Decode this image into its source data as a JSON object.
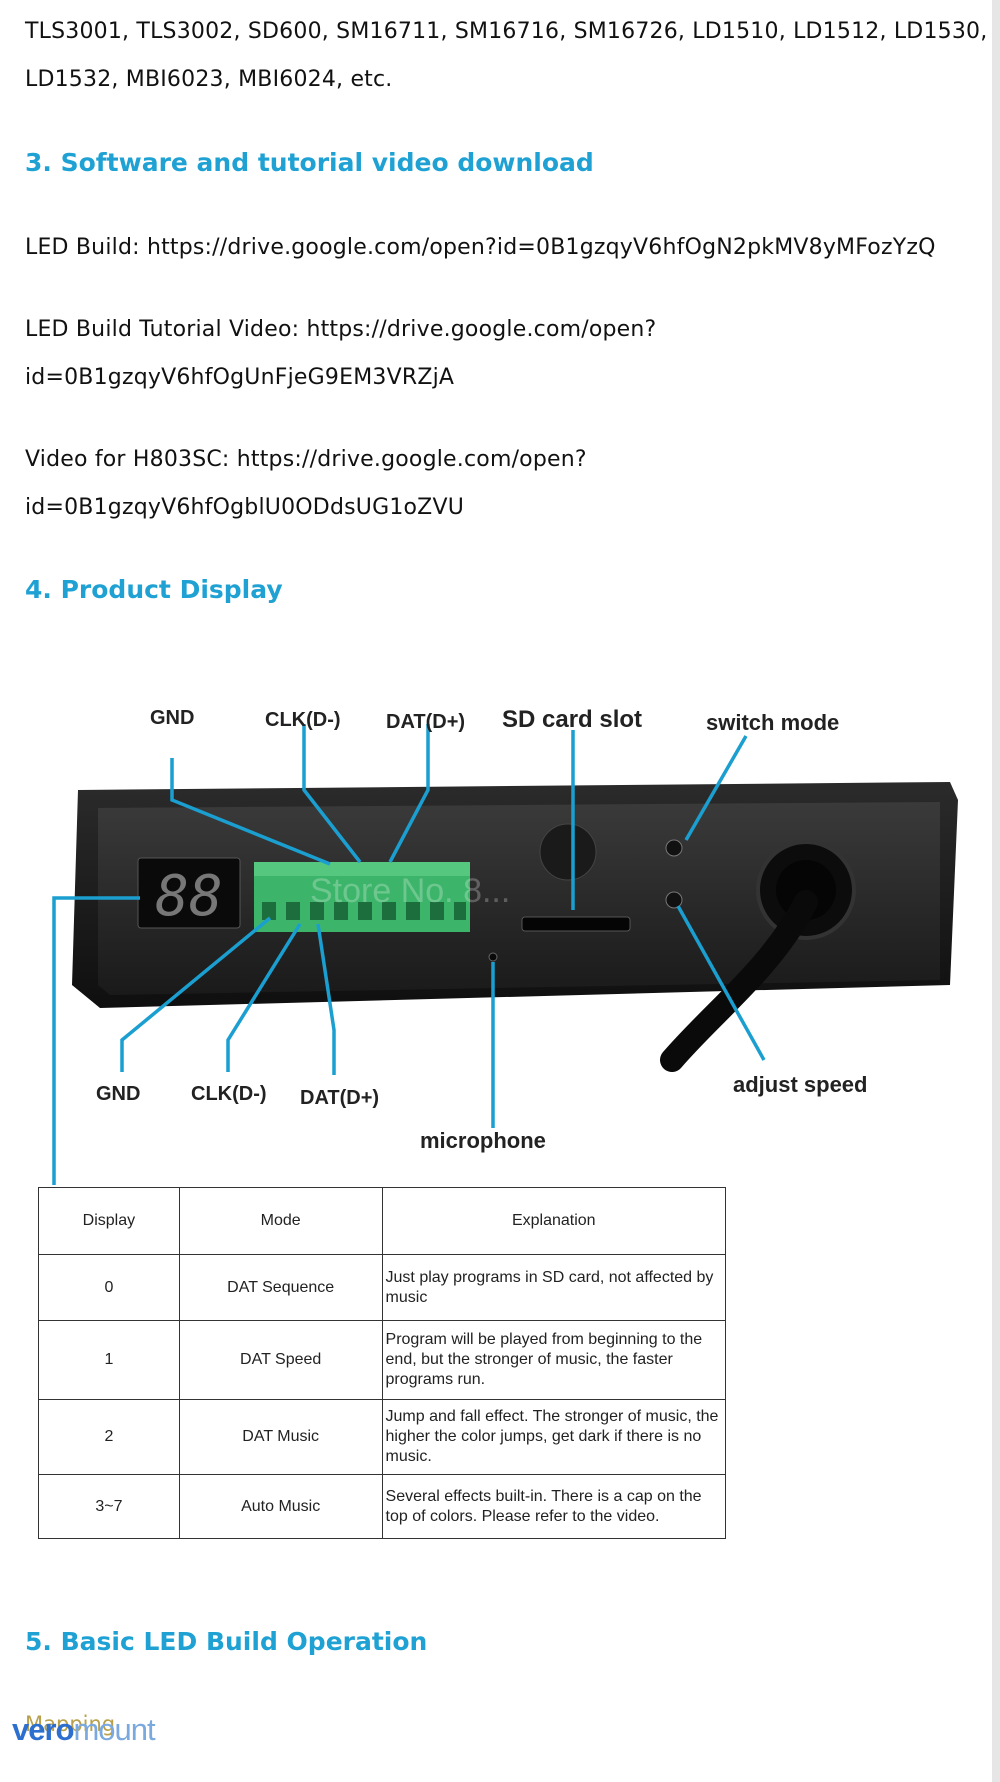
{
  "intro": {
    "line1": "TLS3001, TLS3002, SD600, SM16711, SM16716, SM16726, LD1510, LD1512, LD1530,",
    "line2": "LD1532, MBI6023, MBI6024, etc."
  },
  "section3": {
    "heading": "3. Software and tutorial video download",
    "led_build_label": "LED Build:",
    "led_build_url": "https://drive.google.com/open?id=0B1gzqyV6hfOgN2pkMV8yMFozYzQ",
    "tutorial_label": "LED Build Tutorial Video:",
    "tutorial_url_1": "https://drive.google.com/open?",
    "tutorial_url_2": "id=0B1gzqyV6hfOgUnFjeG9EM3VRZjA",
    "video_label": "Video for H803SC:",
    "video_url_1": "https://drive.google.com/open?",
    "video_url_2": "id=0B1gzqyV6hfOgblU0ODdsUG1oZVU"
  },
  "section4": {
    "heading": "4. Product Display",
    "figure": {
      "labels": {
        "gnd_top": "GND",
        "clk_top": "CLK(D-)",
        "dat_top": "DAT(D+)",
        "sd_slot": "SD card slot",
        "switch_mode": "switch mode",
        "gnd_bottom": "GND",
        "clk_bottom": "CLK(D-)",
        "dat_bottom": "DAT(D+)",
        "microphone": "microphone",
        "adjust_speed": "adjust speed"
      },
      "display_digits": "88",
      "overlay_watermark": "Store No. 8...",
      "line_color": "#1a9fd0",
      "terminal_color": "#3cb56a"
    },
    "table": {
      "headers": [
        "Display",
        "Mode",
        "Explanation"
      ],
      "rows": [
        {
          "display": "0",
          "mode": "DAT Sequence",
          "explanation": "Just play programs in SD card, not affected by music"
        },
        {
          "display": "1",
          "mode": "DAT Speed",
          "explanation": "Program will be played from beginning to the end, but the stronger of music, the faster programs run."
        },
        {
          "display": "2",
          "mode": "DAT  Music",
          "explanation": "Jump and fall effect. The stronger of music, the higher the color jumps, get dark if there is no music."
        },
        {
          "display": "3~7",
          "mode": "Auto Music",
          "explanation": "Several effects built-in. There is a cap on the top of colors. Please refer to the video."
        }
      ]
    }
  },
  "section5": {
    "heading": "5. Basic LED Build Operation",
    "sub": "Mapping"
  },
  "watermark": {
    "part1": "vero",
    "part2": "mount"
  },
  "colors": {
    "heading": "#1fa2d3",
    "accent_line": "#1a9fd0"
  }
}
